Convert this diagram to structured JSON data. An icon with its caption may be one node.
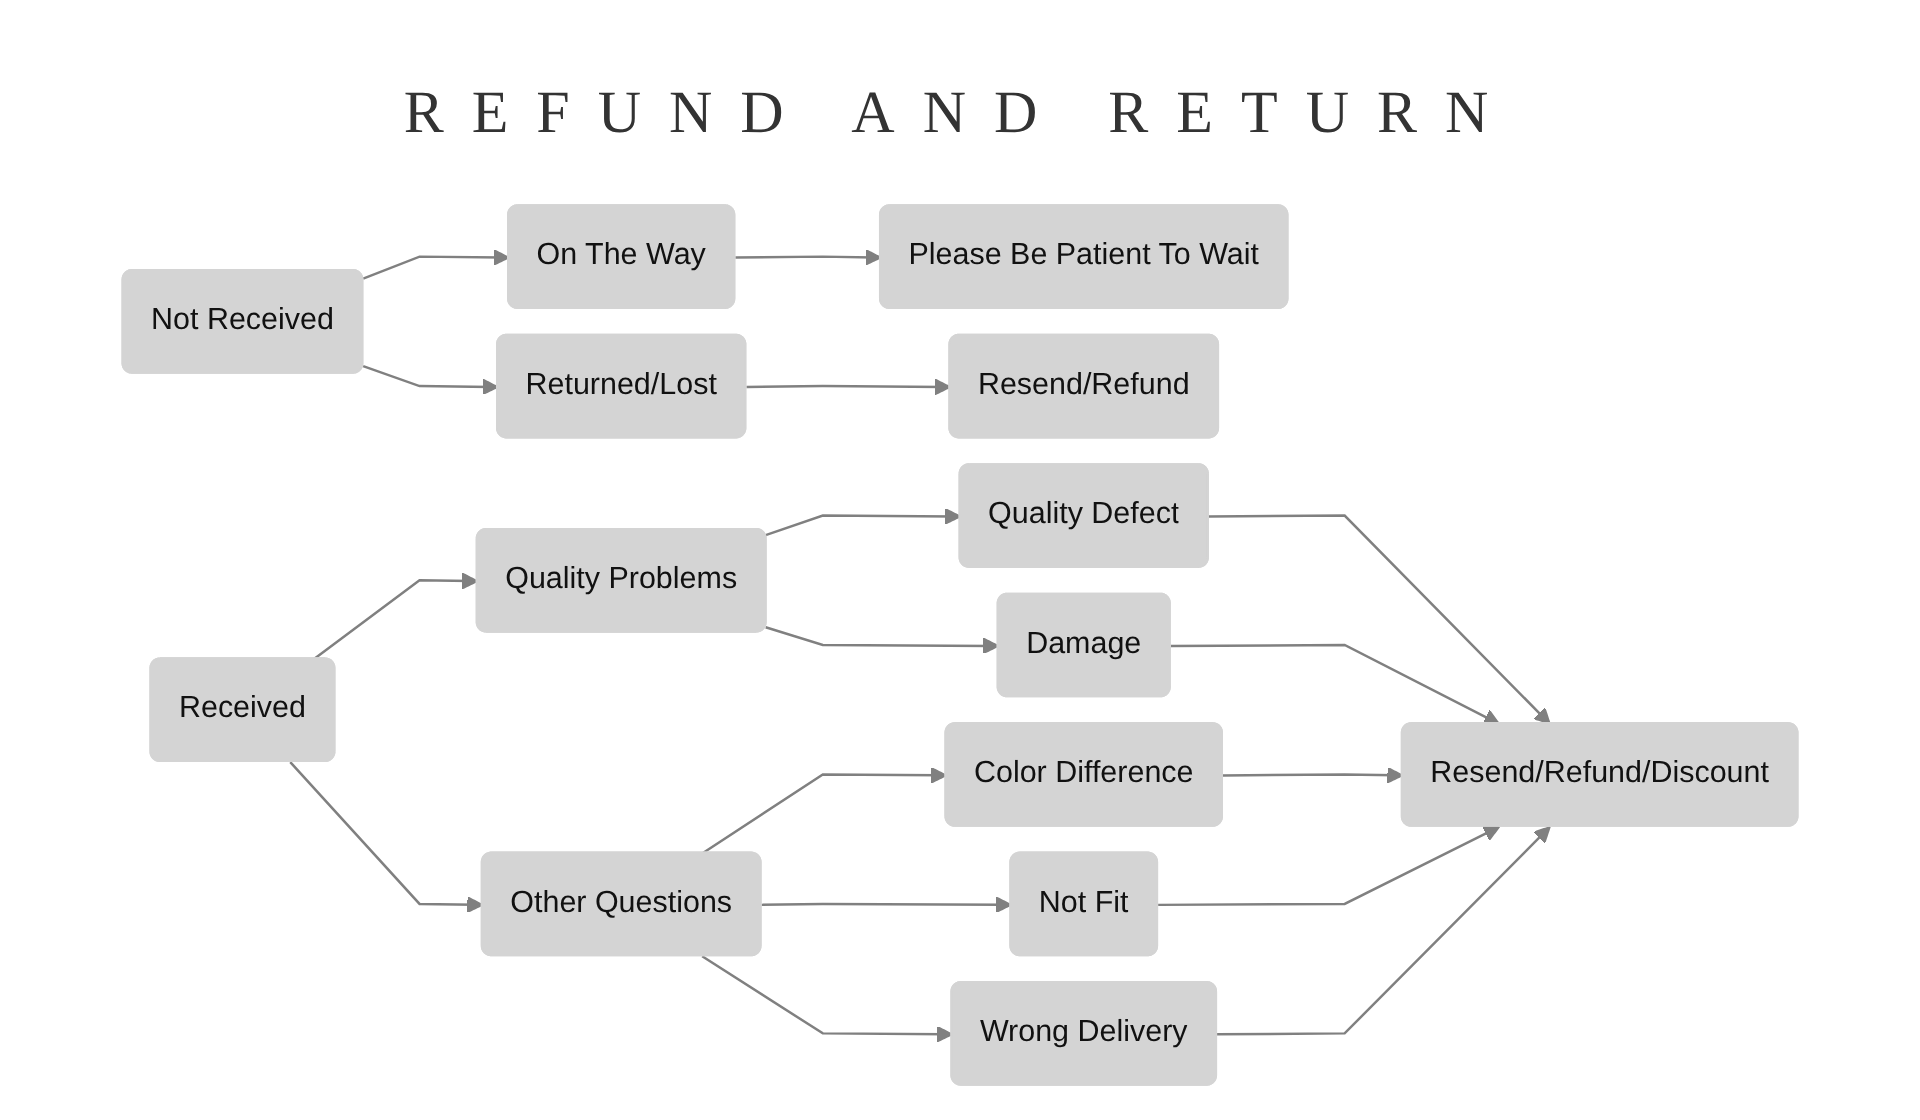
{
  "diagram": {
    "title": "REFUND AND RETURN",
    "nodes": [
      {
        "text": [
          "Not Received"
        ]
      },
      {
        "text": [
          "On The Way"
        ]
      },
      {
        "text": [
          "Please Be Patient To Wait"
        ]
      },
      {
        "text": [
          "Returned/Lost"
        ]
      },
      {
        "text": [
          "Resend/Refund"
        ]
      },
      {
        "text": [
          "Received"
        ]
      },
      {
        "text": [
          "Quality Problems"
        ]
      },
      {
        "text": [
          "Quality Defect"
        ]
      },
      {
        "text": [
          "Damage"
        ]
      },
      {
        "text": [
          "Other Questions"
        ]
      },
      {
        "text": [
          "Color Difference"
        ]
      },
      {
        "text": [
          "Not Fit"
        ]
      },
      {
        "text": [
          "Wrong Delivery"
        ]
      },
      {
        "text": [
          "Resend/Refund/Discount"
        ]
      }
    ],
    "edges": [
      {
        "from": 0,
        "to": 1,
        "arrow": "to"
      },
      {
        "from": 0,
        "to": 3,
        "arrow": "to"
      },
      {
        "from": 1,
        "to": 2,
        "arrow": "to"
      },
      {
        "from": 3,
        "to": 4,
        "arrow": "to"
      },
      {
        "from": 5,
        "to": 6,
        "arrow": "to"
      },
      {
        "from": 5,
        "to": 9,
        "arrow": "to"
      },
      {
        "from": 6,
        "to": 7,
        "arrow": "to"
      },
      {
        "from": 6,
        "to": 8,
        "arrow": "to"
      },
      {
        "from": 9,
        "to": 10,
        "arrow": "to"
      },
      {
        "from": 9,
        "to": 11,
        "arrow": "to"
      },
      {
        "from": 9,
        "to": 12,
        "arrow": "to"
      },
      {
        "from": 7,
        "to": 13,
        "arrow": "to"
      },
      {
        "from": 8,
        "to": 13,
        "arrow": "to"
      },
      {
        "from": 10,
        "to": 13,
        "arrow": "to"
      },
      {
        "from": 11,
        "to": 13,
        "arrow": "to"
      },
      {
        "from": 12,
        "to": 13,
        "arrow": "to"
      }
    ]
  }
}
